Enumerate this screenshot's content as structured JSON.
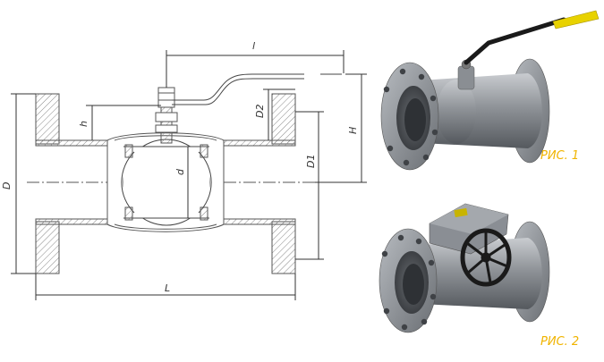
{
  "drawing": {
    "dimensions": {
      "l": "l",
      "L": "L",
      "D": "D",
      "D1": "D1",
      "D2": "D2",
      "H": "H",
      "h": "h",
      "d": "d"
    }
  },
  "figures": {
    "fig1_label": "РИС. 1",
    "fig2_label": "РИС. 2"
  },
  "colors": {
    "line": "#555555",
    "hatch": "#888888",
    "metal": "#9a9ea3",
    "metal_dark": "#6f7378",
    "handle": "#1a1a1a",
    "grip": "#e8d200",
    "gearbox": "#8a8e94",
    "caption": "#f0b400"
  }
}
